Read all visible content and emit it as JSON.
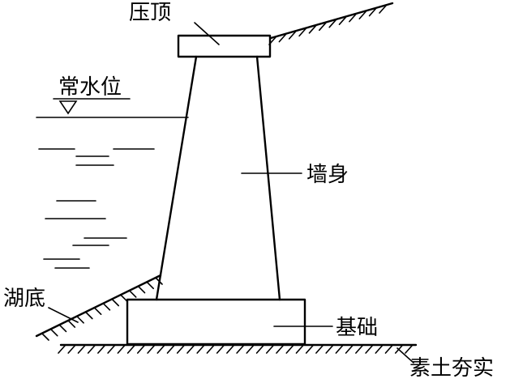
{
  "labels": {
    "cap": "压顶",
    "normal_water_level": "常水位",
    "wall_body": "墙身",
    "lake_bottom": "湖底",
    "foundation": "基础",
    "compacted_soil": "素土夯实"
  }
}
